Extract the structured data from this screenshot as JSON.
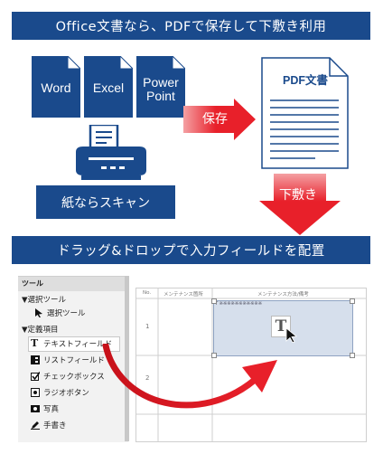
{
  "banners": {
    "top": "Office文書なら、PDFで保存して下敷き利用",
    "middle": "ドラッグ&ドロップで入力フィールドを配置"
  },
  "docs": [
    {
      "label": "Word",
      "icon": "word-document-icon"
    },
    {
      "label": "Excel",
      "icon": "excel-document-icon"
    },
    {
      "label": "Power Point",
      "icon": "powerpoint-document-icon"
    }
  ],
  "scan_label": "紙ならスキャン",
  "save_arrow_label": "保存",
  "pdf_doc_title": "PDF文書",
  "underlay_arrow_label": "下敷き",
  "colors": {
    "navy": "#1a4a8c",
    "red": "#e8202a",
    "field_blue": "#d6dfec"
  },
  "tool_panel": {
    "header": "ツール",
    "groups": [
      {
        "label": "▼選択ツール",
        "items": [
          {
            "label": "選択ツール",
            "icon": "cursor-icon"
          }
        ]
      },
      {
        "label": "▼定義項目",
        "items": [
          {
            "label": "テキストフィールド",
            "icon": "text-field-icon"
          },
          {
            "label": "リストフィールド",
            "icon": "list-field-icon"
          },
          {
            "label": "チェックボックス",
            "icon": "checkbox-icon"
          },
          {
            "label": "ラジオボタン",
            "icon": "radio-button-icon"
          },
          {
            "label": "写真",
            "icon": "photo-icon"
          },
          {
            "label": "手書き",
            "icon": "handwriting-icon"
          }
        ]
      }
    ]
  },
  "form": {
    "headers": [
      "No.",
      "メンテナンス箇所",
      "メンテナンス方法/備考"
    ],
    "rows": [
      "1",
      "2"
    ],
    "field_label": "T ※※※※※※※※※※※"
  }
}
